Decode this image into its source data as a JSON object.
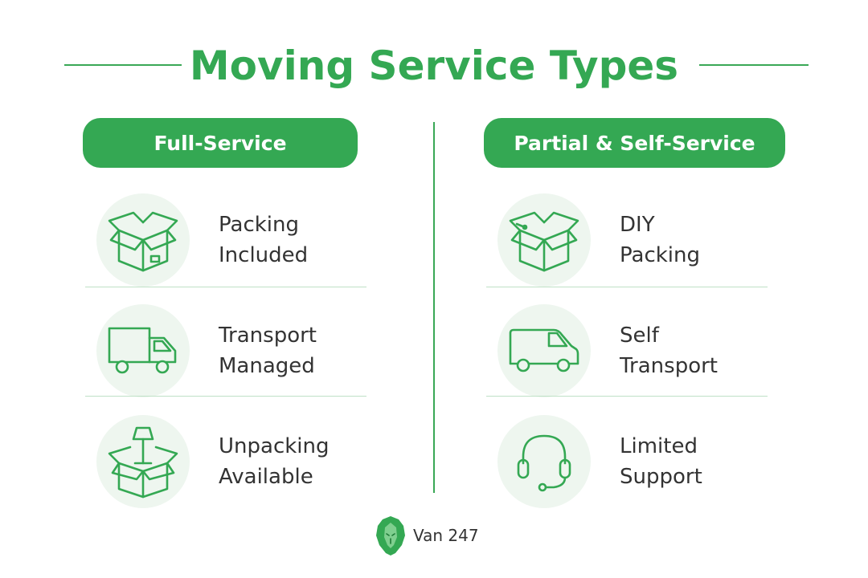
{
  "title": "Moving Service Types",
  "columns": [
    {
      "heading": "Full-Service",
      "items": [
        {
          "icon": "open-box-icon",
          "line1": "Packing",
          "line2": "Included"
        },
        {
          "icon": "truck-icon",
          "line1": "Transport",
          "line2": "Managed"
        },
        {
          "icon": "unpacking-box-lamp-icon",
          "line1": "Unpacking",
          "line2": "Available"
        }
      ]
    },
    {
      "heading": "Partial & Self-Service",
      "items": [
        {
          "icon": "open-box-tape-icon",
          "line1": "DIY",
          "line2": "Packing"
        },
        {
          "icon": "van-icon",
          "line1": "Self",
          "line2": "Transport"
        },
        {
          "icon": "headset-icon",
          "line1": "Limited",
          "line2": "Support"
        }
      ]
    }
  ],
  "footer": {
    "brand": "Van 247",
    "logo_icon": "lion-logo-icon"
  },
  "colors": {
    "accent": "#34a853",
    "icon_bg": "#eef6ef",
    "divider": "#bfe1c6"
  }
}
